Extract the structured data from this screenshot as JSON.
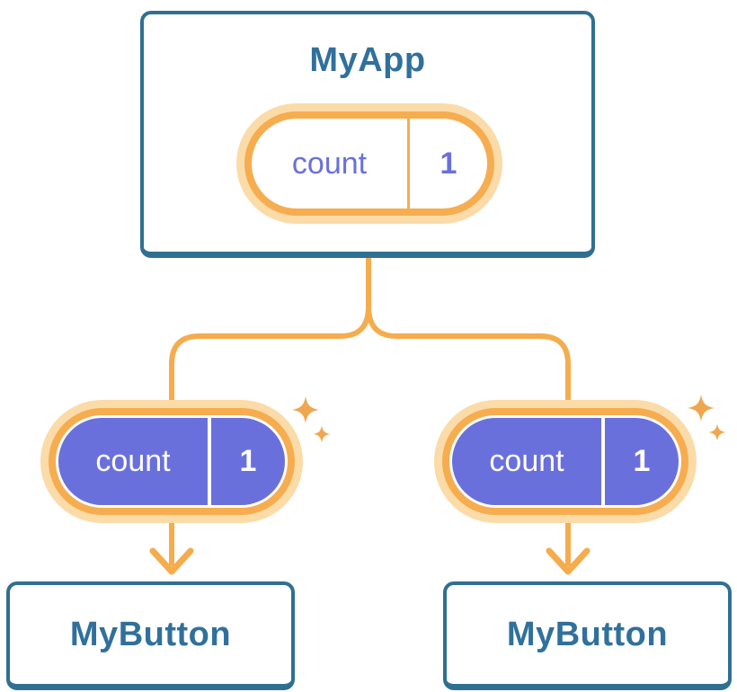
{
  "root_component": {
    "title": "MyApp",
    "state": {
      "name": "count",
      "value": "1"
    }
  },
  "children": [
    {
      "title": "MyButton",
      "prop": {
        "name": "count",
        "value": "1"
      }
    },
    {
      "title": "MyButton",
      "prop": {
        "name": "count",
        "value": "1"
      }
    }
  ],
  "icons": {
    "sparkle": "✦"
  },
  "colors": {
    "background": "#FFFFFF",
    "card_border_blue": "#2F7092",
    "heading_blue": "#30709C",
    "pill_purple": "#6A70DB",
    "connector_orange": "#F5AC4D",
    "ring_orange": "#F6AD4F",
    "ring_orange_light": "#FBDBA8",
    "sparkle_orange": "#F0A64C"
  }
}
